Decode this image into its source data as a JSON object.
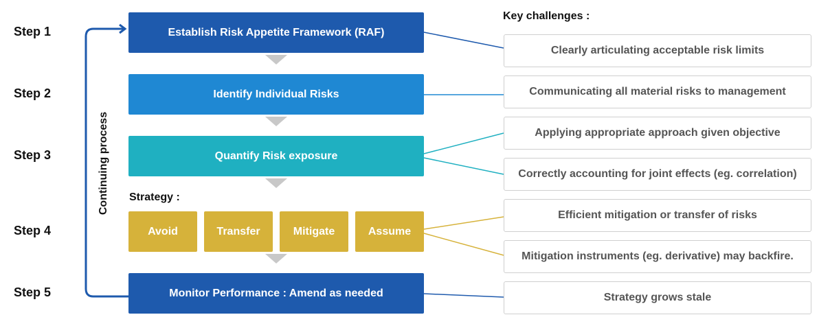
{
  "steps": [
    "Step 1",
    "Step 2",
    "Step 3",
    "Step 4",
    "Step 5"
  ],
  "process_boxes": {
    "step1": "Establish Risk Appetite Framework (RAF)",
    "step2": "Identify Individual Risks",
    "step3": "Quantify Risk exposure",
    "step5": "Monitor Performance : Amend as needed"
  },
  "strategy": {
    "label": "Strategy :",
    "options": [
      "Avoid",
      "Transfer",
      "Mitigate",
      "Assume"
    ]
  },
  "loop_label": "Continuing process",
  "challenges": {
    "header": "Key challenges :",
    "items": [
      "Clearly articulating acceptable risk limits",
      "Communicating all material risks to management",
      "Applying appropriate approach given objective",
      "Correctly accounting for joint effects (eg. correlation)",
      "Efficient mitigation or transfer of risks",
      "Mitigation instruments (eg. derivative) may backfire.",
      "Strategy grows stale"
    ]
  },
  "colors": {
    "navy": "#1e5aad",
    "blue": "#1f88d3",
    "teal": "#1fb0c1",
    "gold": "#d6b23a",
    "connector_gray": "#c8c8c8"
  }
}
